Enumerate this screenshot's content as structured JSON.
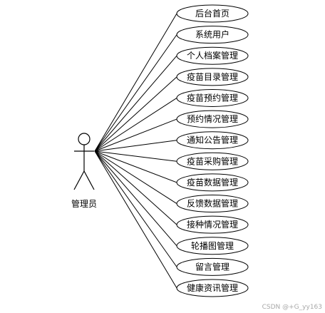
{
  "actor": {
    "label": "管理员"
  },
  "use_cases": [
    "后台首页",
    "系统用户",
    "个人档案管理",
    "疫苗目录管理",
    "疫苗预约管理",
    "预约情况管理",
    "通知公告管理",
    "疫苗采购管理",
    "疫苗数据管理",
    "反馈数据管理",
    "接种情况管理",
    "轮播图管理",
    "留言管理",
    "健康资讯管理"
  ],
  "watermark": "CSDN @+G_yy163",
  "colors": {
    "stroke": "#000000",
    "background": "#ffffff",
    "watermark": "#a8a8a8"
  }
}
